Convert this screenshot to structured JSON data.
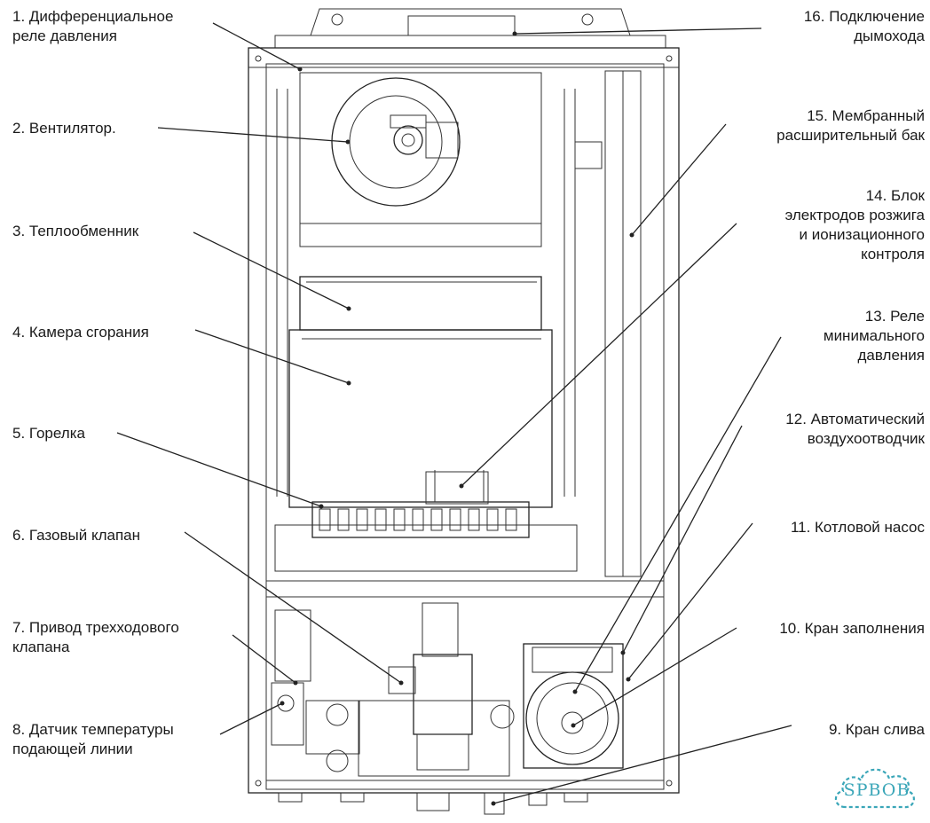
{
  "labels_left": [
    {
      "id": "1",
      "text": "1. Дифференциальное\nреле давления"
    },
    {
      "id": "2",
      "text": "2. Вентилятор."
    },
    {
      "id": "3",
      "text": "3. Теплообменник"
    },
    {
      "id": "4",
      "text": "4. Камера сгорания"
    },
    {
      "id": "5",
      "text": "5. Горелка"
    },
    {
      "id": "6",
      "text": "6. Газовый клапан"
    },
    {
      "id": "7",
      "text": "7. Привод трехходового\nклапана"
    },
    {
      "id": "8",
      "text": "8. Датчик температуры\nподающей линии"
    }
  ],
  "labels_right": [
    {
      "id": "16",
      "text": "16. Подключение\nдымохода"
    },
    {
      "id": "15",
      "text": "15. Мембранный\nрасширительный бак"
    },
    {
      "id": "14",
      "text": "14. Блок\nэлектродов розжига\nи ионизационного\nконтроля"
    },
    {
      "id": "13",
      "text": "13. Реле\nминимального\nдавления"
    },
    {
      "id": "12",
      "text": "12. Автоматический\nвоздухоотводчик"
    },
    {
      "id": "11",
      "text": "11. Котловой насос"
    },
    {
      "id": "10",
      "text": "10. Кран заполнения"
    },
    {
      "id": "9",
      "text": "9. Кран слива"
    }
  ],
  "watermark": {
    "text": "SPBOB",
    "color": "#3aa6b8"
  },
  "colors": {
    "line": "#222222",
    "background": "#ffffff"
  }
}
